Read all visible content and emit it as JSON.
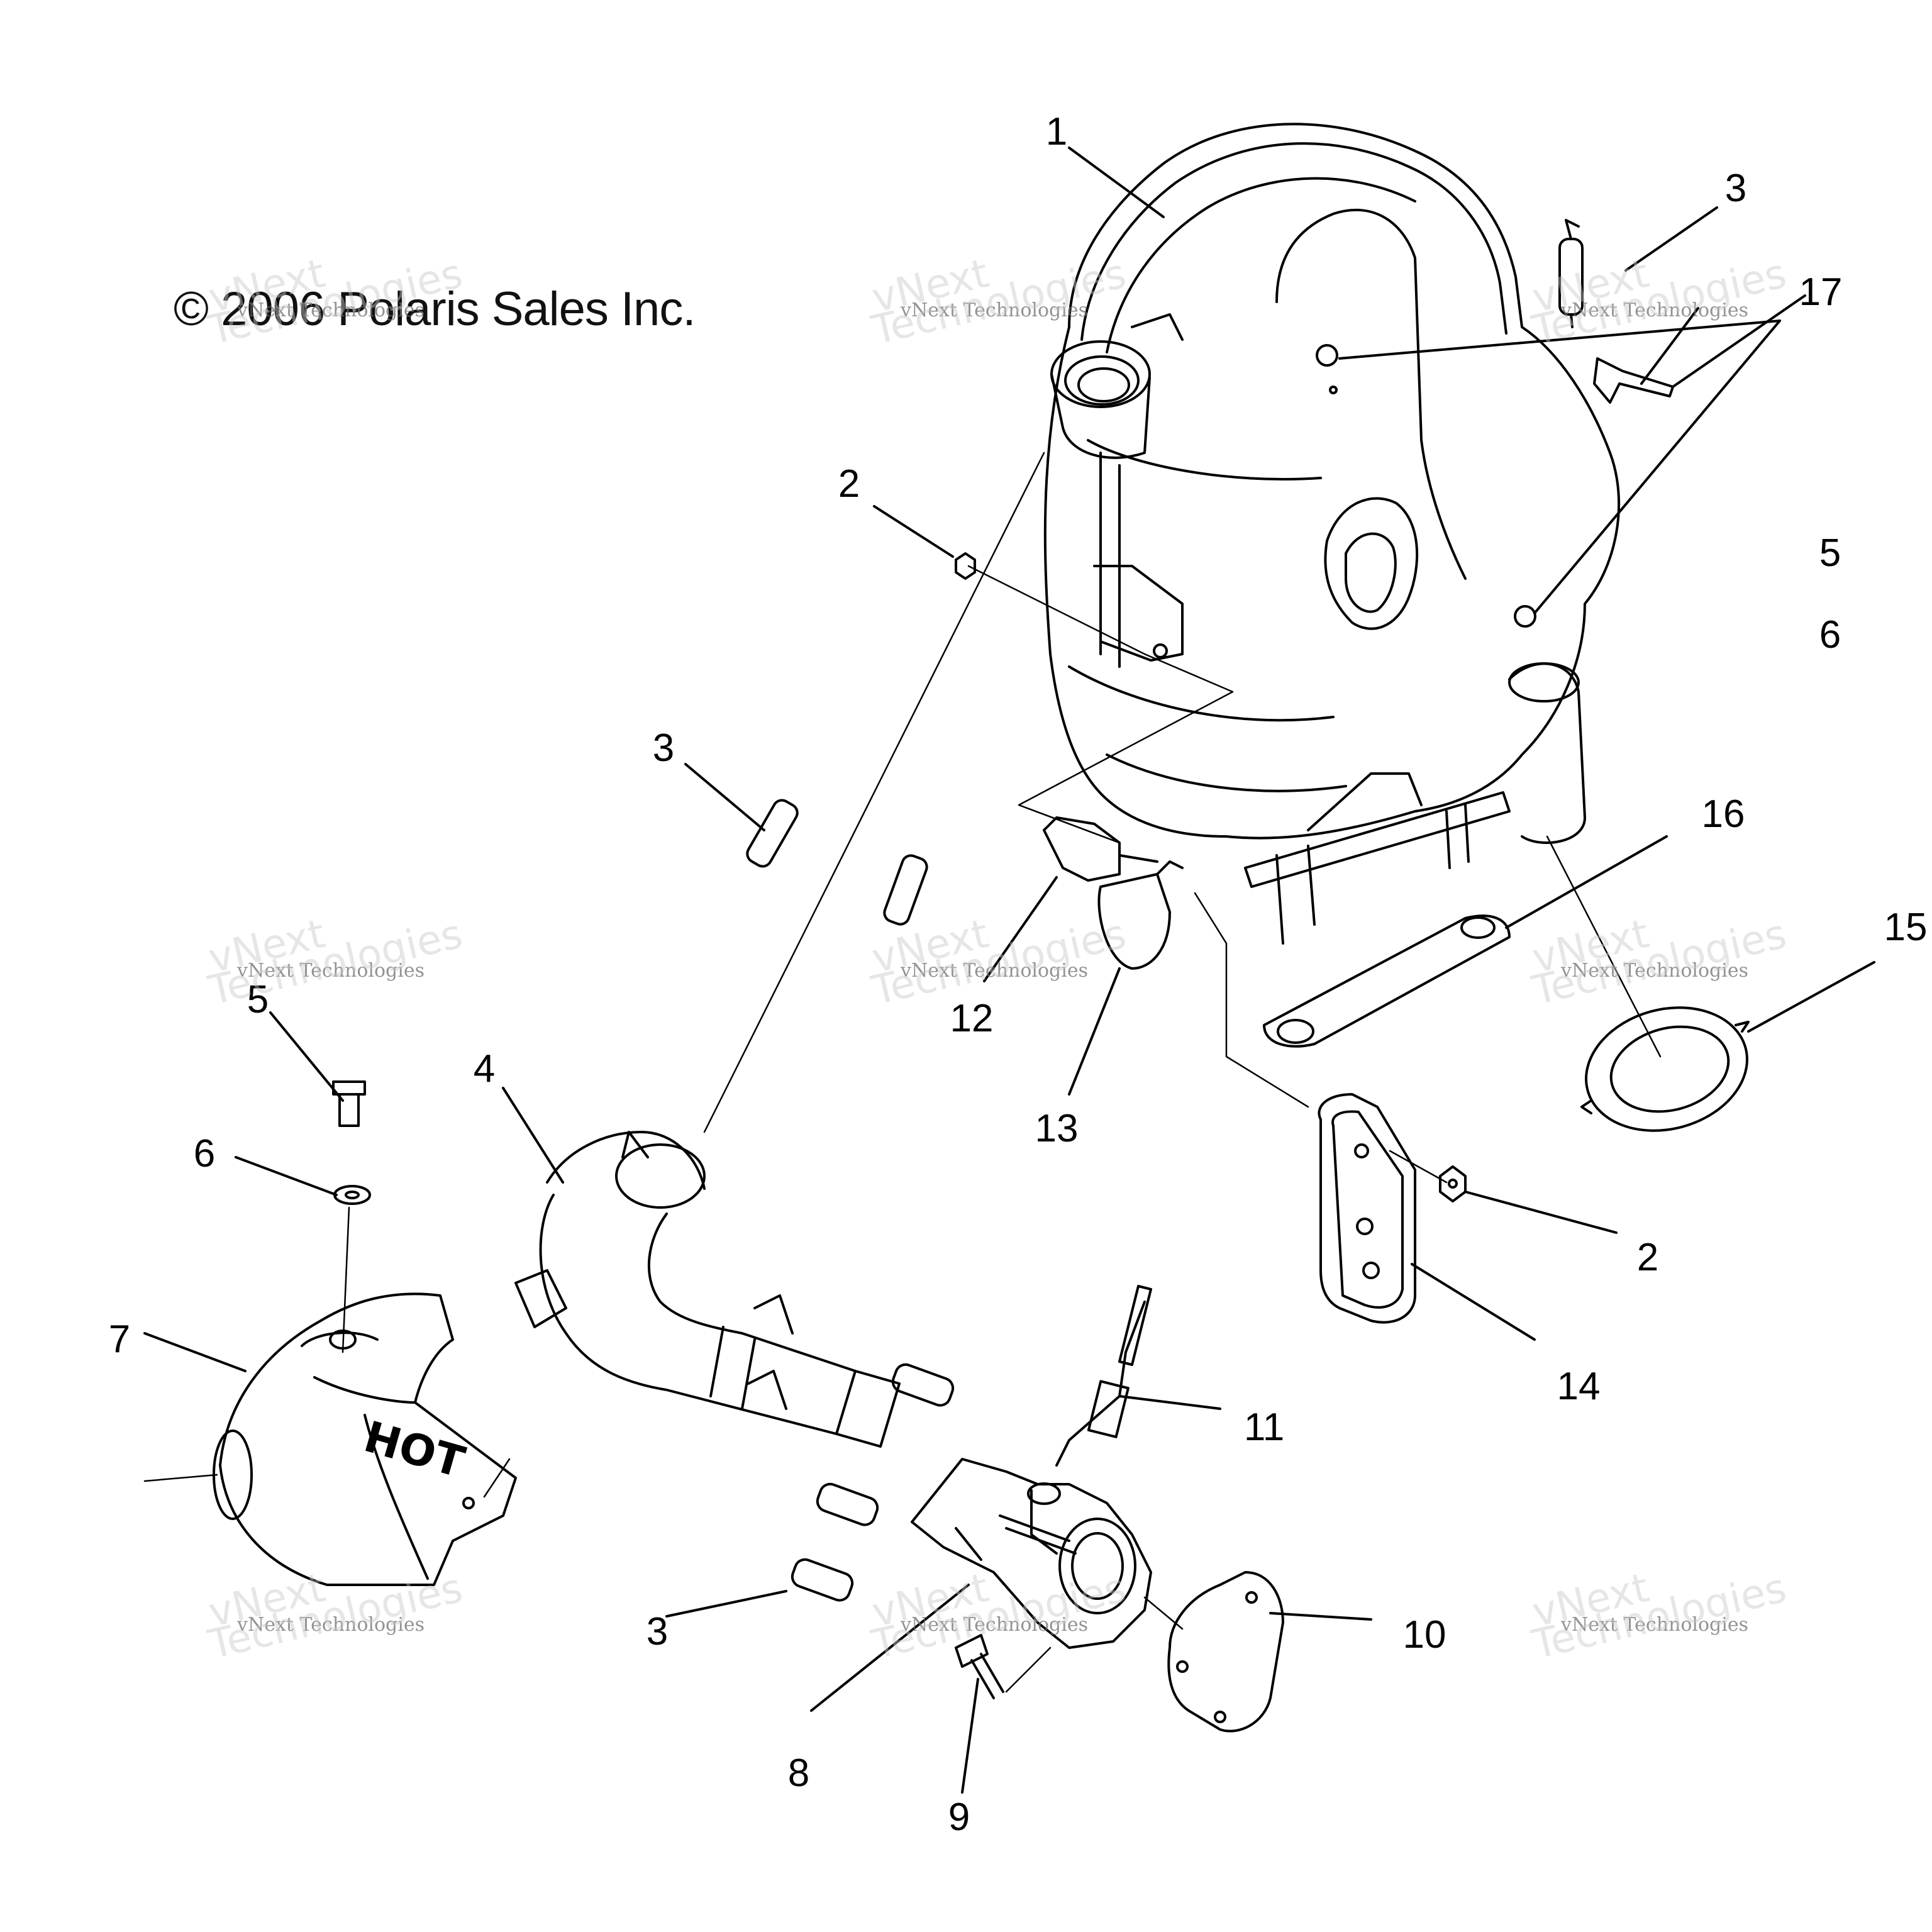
{
  "copyright": "© 2006 Polaris Sales Inc.",
  "watermark": {
    "brand": "vNext",
    "line": "vNext Technologies",
    "word": "Technologies"
  },
  "callouts": [
    {
      "id": "1",
      "label": "1"
    },
    {
      "id": "2a",
      "label": "2"
    },
    {
      "id": "2b",
      "label": "2"
    },
    {
      "id": "3a",
      "label": "3"
    },
    {
      "id": "3b",
      "label": "3"
    },
    {
      "id": "3c",
      "label": "3"
    },
    {
      "id": "4",
      "label": "4"
    },
    {
      "id": "5a",
      "label": "5"
    },
    {
      "id": "5b",
      "label": "5"
    },
    {
      "id": "6a",
      "label": "6"
    },
    {
      "id": "6b",
      "label": "6"
    },
    {
      "id": "7",
      "label": "7"
    },
    {
      "id": "8",
      "label": "8"
    },
    {
      "id": "9",
      "label": "9"
    },
    {
      "id": "10",
      "label": "10"
    },
    {
      "id": "11",
      "label": "11"
    },
    {
      "id": "12",
      "label": "12"
    },
    {
      "id": "13",
      "label": "13"
    },
    {
      "id": "14",
      "label": "14"
    },
    {
      "id": "15",
      "label": "15"
    },
    {
      "id": "16",
      "label": "16"
    },
    {
      "id": "17",
      "label": "17"
    }
  ],
  "heat_shield_text": "HOT",
  "colors": {
    "line": "#000000",
    "watermark": "#b4b4b4"
  }
}
